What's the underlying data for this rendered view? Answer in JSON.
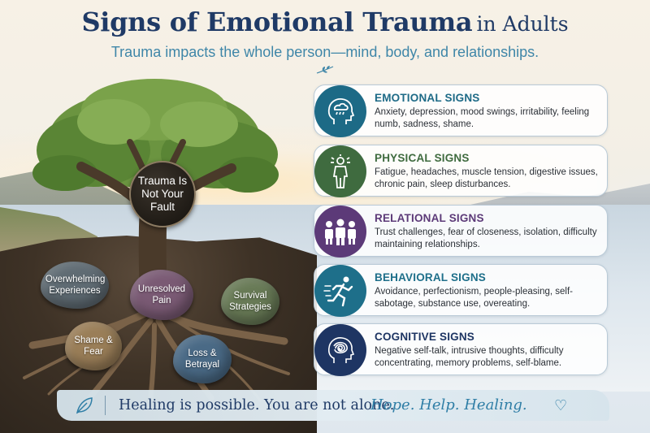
{
  "title": {
    "main": "Signs of Emotional Trauma",
    "sub": "in Adults"
  },
  "subtitle": "Trauma impacts the whole person—mind, body, and relationships.",
  "badge": "Trauma Is Not Your Fault",
  "stones": [
    {
      "label": "Overwhelming Experiences"
    },
    {
      "label": "Unresolved Pain"
    },
    {
      "label": "Survival Strategies"
    },
    {
      "label": "Shame & Fear"
    },
    {
      "label": "Loss & Betrayal"
    }
  ],
  "signs": [
    {
      "heading": "EMOTIONAL SIGNS",
      "text": "Anxiety, depression, mood swings, irritability, feeling numb, sadness, shame.",
      "color": "#1d6a86",
      "icon": "head-raincloud-icon"
    },
    {
      "heading": "PHYSICAL SIGNS",
      "text": "Fatigue, headaches, muscle tension, digestive issues, chronic pain, sleep disturbances.",
      "color": "#3f6b3f",
      "icon": "body-tension-icon"
    },
    {
      "heading": "RELATIONAL SIGNS",
      "text": "Trust challenges, fear of closeness, isolation, difficulty maintaining relationships.",
      "color": "#5c3a78",
      "icon": "three-people-icon"
    },
    {
      "heading": "BEHAVIORAL SIGNS",
      "text": "Avoidance, perfectionism, people-pleasing, self-sabotage, substance use, overeating.",
      "color": "#1e6f8a",
      "icon": "running-person-icon"
    },
    {
      "heading": "COGNITIVE SIGNS",
      "text": "Negative self-talk, intrusive thoughts, difficulty concentrating, memory problems, self-blame.",
      "color": "#1e3563",
      "icon": "head-tangle-icon"
    }
  ],
  "footer": {
    "message": "Healing is possible. You are not alone.",
    "tagline": "Hope. Help. Healing.",
    "heart": "♡"
  }
}
